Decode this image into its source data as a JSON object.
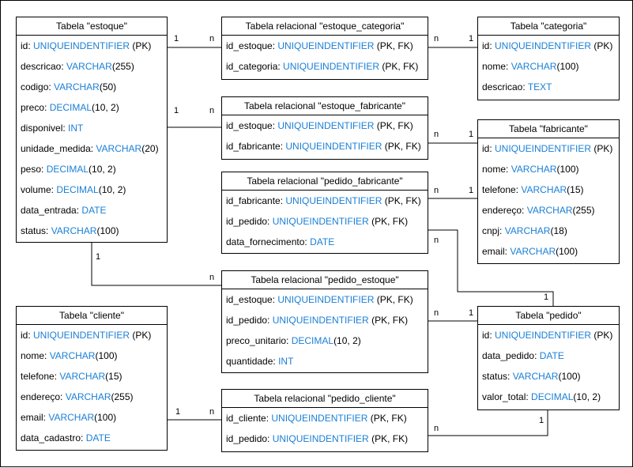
{
  "colors": {
    "type": "#1a7fd6",
    "line": "#000000",
    "text": "#000000",
    "background": "#ffffff"
  },
  "tables": {
    "estoque": {
      "title": "Tabela \"estoque\"",
      "fields": [
        {
          "name": "id: ",
          "type": "UNIQUEINDENTIFIER",
          "extra": " (PK)"
        },
        {
          "name": "descricao: ",
          "type": "VARCHAR",
          "extra": "(255)"
        },
        {
          "name": "codigo: ",
          "type": "VARCHAR",
          "extra": "(50)"
        },
        {
          "name": "preco: ",
          "type": "DECIMAL",
          "extra": "(10, 2)"
        },
        {
          "name": "disponivel: ",
          "type": "INT",
          "extra": ""
        },
        {
          "name": "unidade_medida: ",
          "type": "VARCHAR",
          "extra": "(20)"
        },
        {
          "name": "peso: ",
          "type": "DECIMAL",
          "extra": "(10, 2)"
        },
        {
          "name": "volume: ",
          "type": "DECIMAL",
          "extra": "(10, 2)"
        },
        {
          "name": "data_entrada: ",
          "type": "DATE",
          "extra": ""
        },
        {
          "name": "status: ",
          "type": "VARCHAR",
          "extra": "(100)"
        }
      ]
    },
    "estoque_categoria": {
      "title": "Tabela relacional \"estoque_categoria\"",
      "fields": [
        {
          "name": "id_estoque: ",
          "type": "UNIQUEINDENTIFIER",
          "extra": " (PK, FK)"
        },
        {
          "name": "id_categoria: ",
          "type": "UNIQUEINDENTIFIER",
          "extra": " (PK, FK)"
        }
      ]
    },
    "categoria": {
      "title": "Tabela \"categoria\"",
      "fields": [
        {
          "name": "id: ",
          "type": "UNIQUEINDENTIFIER",
          "extra": " (PK)"
        },
        {
          "name": "nome: ",
          "type": "VARCHAR",
          "extra": "(100)"
        },
        {
          "name": "descricao: ",
          "type": "TEXT",
          "extra": ""
        }
      ]
    },
    "estoque_fabricante": {
      "title": "Tabela relacional \"estoque_fabricante\"",
      "fields": [
        {
          "name": "id_estoque: ",
          "type": "UNIQUEINDENTIFIER",
          "extra": " (PK, FK)"
        },
        {
          "name": "id_fabricante: ",
          "type": "UNIQUEINDENTIFIER",
          "extra": " (PK, FK)"
        }
      ]
    },
    "fabricante": {
      "title": "Tabela \"fabricante\"",
      "fields": [
        {
          "name": "id: ",
          "type": "UNIQUEINDENTIFIER",
          "extra": " (PK)"
        },
        {
          "name": "nome: ",
          "type": "VARCHAR",
          "extra": "(100)"
        },
        {
          "name": "telefone: ",
          "type": "VARCHAR",
          "extra": "(15)"
        },
        {
          "name": "endereço: ",
          "type": "VARCHAR",
          "extra": "(255)"
        },
        {
          "name": "cnpj: ",
          "type": "VARCHAR",
          "extra": "(18)"
        },
        {
          "name": "email: ",
          "type": "VARCHAR",
          "extra": "(100)"
        }
      ]
    },
    "pedido_fabricante": {
      "title": "Tabela relacional \"pedido_fabricante\"",
      "fields": [
        {
          "name": "id_fabricante: ",
          "type": "UNIQUEINDENTIFIER",
          "extra": " (PK, FK)"
        },
        {
          "name": "id_pedido: ",
          "type": "UNIQUEINDENTIFIER",
          "extra": " (PK, FK)"
        },
        {
          "name": "data_fornecimento: ",
          "type": "DATE",
          "extra": ""
        }
      ]
    },
    "pedido_estoque": {
      "title": "Tabela relacional \"pedido_estoque\"",
      "fields": [
        {
          "name": "id_estoque: ",
          "type": "UNIQUEINDENTIFIER",
          "extra": " (PK, FK)"
        },
        {
          "name": "id_pedido: ",
          "type": "UNIQUEINDENTIFIER",
          "extra": " (PK, FK)"
        },
        {
          "name": "preco_unitario: ",
          "type": "DECIMAL",
          "extra": "(10, 2)"
        },
        {
          "name": "quantidade: ",
          "type": "INT",
          "extra": ""
        }
      ]
    },
    "cliente": {
      "title": "Tabela \"cliente\"",
      "fields": [
        {
          "name": "id: ",
          "type": "UNIQUEINDENTIFIER",
          "extra": " (PK)"
        },
        {
          "name": "nome: ",
          "type": "VARCHAR",
          "extra": "(100)"
        },
        {
          "name": "telefone: ",
          "type": "VARCHAR",
          "extra": "(15)"
        },
        {
          "name": "endereço: ",
          "type": "VARCHAR",
          "extra": "(255)"
        },
        {
          "name": "email: ",
          "type": "VARCHAR",
          "extra": "(100)"
        },
        {
          "name": "data_cadastro: ",
          "type": "DATE",
          "extra": ""
        }
      ]
    },
    "pedido": {
      "title": "Tabela \"pedido\"",
      "fields": [
        {
          "name": "id: ",
          "type": "UNIQUEINDENTIFIER",
          "extra": " (PK)"
        },
        {
          "name": "data_pedido: ",
          "type": "DATE",
          "extra": ""
        },
        {
          "name": "status: ",
          "type": "VARCHAR",
          "extra": "(100)"
        },
        {
          "name": "valor_total: ",
          "type": "DECIMAL",
          "extra": "(10, 2)"
        }
      ]
    },
    "pedido_cliente": {
      "title": "Tabela relacional \"pedido_cliente\"",
      "fields": [
        {
          "name": "id_cliente: ",
          "type": "UNIQUEINDENTIFIER",
          "extra": " (PK, FK)"
        },
        {
          "name": "id_pedido: ",
          "type": "UNIQUEINDENTIFIER",
          "extra": " (PK, FK)"
        }
      ]
    }
  },
  "cardinalities": {
    "estoque_categoria_left": "1",
    "estoque_categoria_mid": "n",
    "categoria_mid": "n",
    "categoria_right": "1",
    "estoque_fabricante_left": "1",
    "estoque_fabricante_mid": "n",
    "fabricante_mid": "n",
    "fabricante_right": "1",
    "pedido_fabricante_left": "n",
    "pedido_fabricante_right": "1",
    "pedido_fabricante_pedido_n": "n",
    "pedido_fabricante_pedido_1": "1",
    "estoque_pedido_1": "1",
    "estoque_pedido_n": "n",
    "pedido_estoque_n": "n",
    "pedido_estoque_1": "1",
    "cliente_1": "1",
    "cliente_n": "n",
    "pedido_cliente_n": "n",
    "pedido_cliente_1": "1"
  }
}
